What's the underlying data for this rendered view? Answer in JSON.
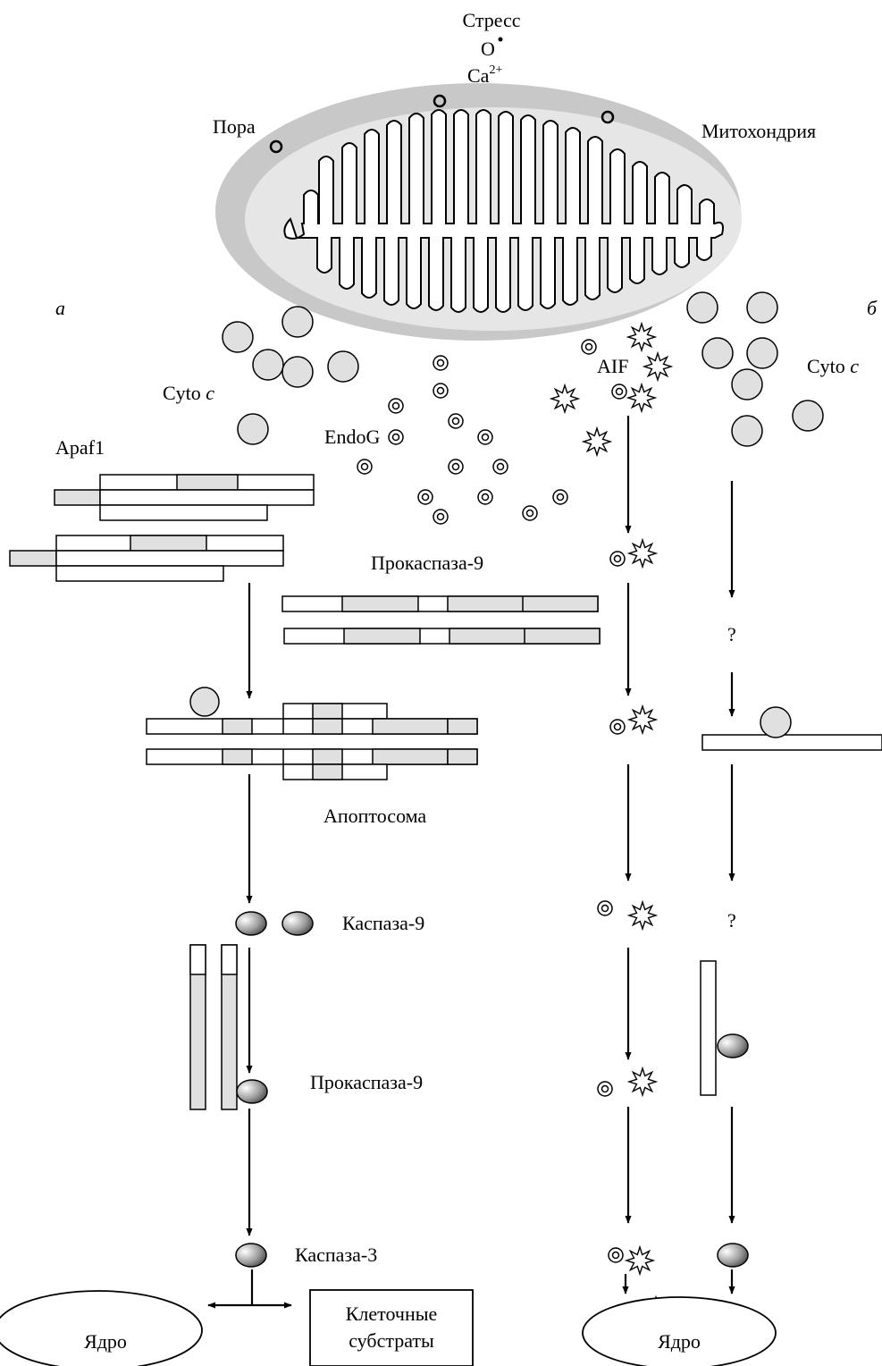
{
  "labels": {
    "stress": "Стресс",
    "o_radical": "O",
    "ca": "Ca",
    "ca_charge": "2+",
    "pore": "Пора",
    "mito": "Митохондрия",
    "panel_a": "а",
    "panel_b": "б",
    "cyto_c_text": "Cyto",
    "cyto_c_italic": "c",
    "endog": "EndoG",
    "aif": "AIF",
    "apaf1": "Apaf1",
    "procaspase9_top": "Прокаспаза-9",
    "apoptosome": "Апоптосома",
    "caspase9": "Каспаза-9",
    "procaspase9_mid": "Прокаспаза-9",
    "caspase3": "Каспаза-3",
    "question": "?",
    "nucleus": "Ядро",
    "substrates_line1": "Клеточные",
    "substrates_line2": "субстраты"
  },
  "colors": {
    "line": "#000000",
    "mito_outer": "#c8c8c8",
    "mito_inner": "#e6e6e6",
    "gray_fill": "#e0e0e0",
    "caspase_fill": "#6a6a6a"
  }
}
